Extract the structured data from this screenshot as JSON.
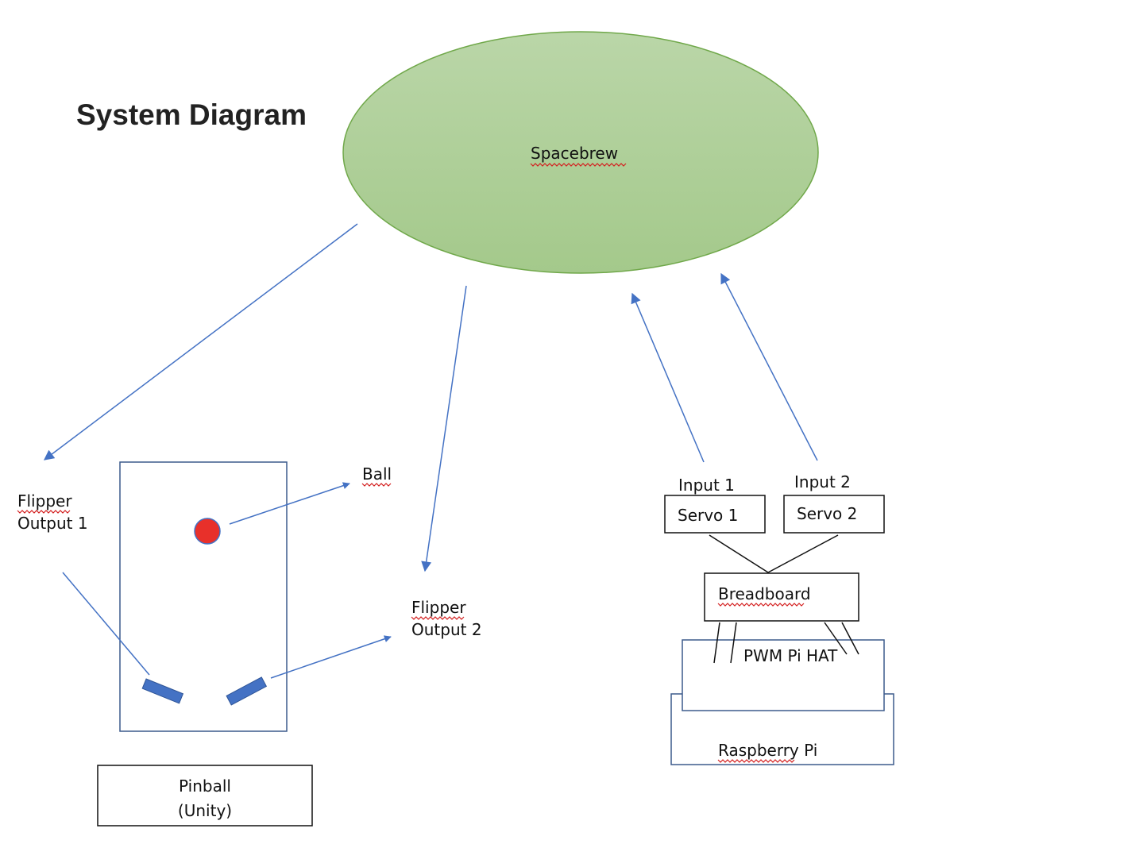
{
  "title": "System Diagram",
  "nodes": {
    "spacebrew": "Spacebrew",
    "ball": "Ball",
    "flipper_output_1": [
      "Flipper",
      "Output 1"
    ],
    "flipper_output_2": [
      "Flipper",
      "Output 2"
    ],
    "input_1": "Input 1",
    "input_2": "Input 2",
    "servo_1": "Servo 1",
    "servo_2": "Servo 2",
    "breadboard": "Breadboard",
    "pwm_hat": "PWM Pi HAT",
    "raspberry_pi": "Raspberry Pi",
    "pinball": [
      "Pinball",
      "(Unity)"
    ]
  },
  "colors": {
    "arrow": "#4472c4",
    "ellipse_fill_top": "#bad6a8",
    "ellipse_fill_bottom": "#a4c98b",
    "ellipse_stroke": "#70a84a",
    "box_stroke_blue": "#3c5a8c",
    "ball": "#e8302a",
    "flipper": "#4472c4",
    "spellcheck": "#d42020"
  }
}
